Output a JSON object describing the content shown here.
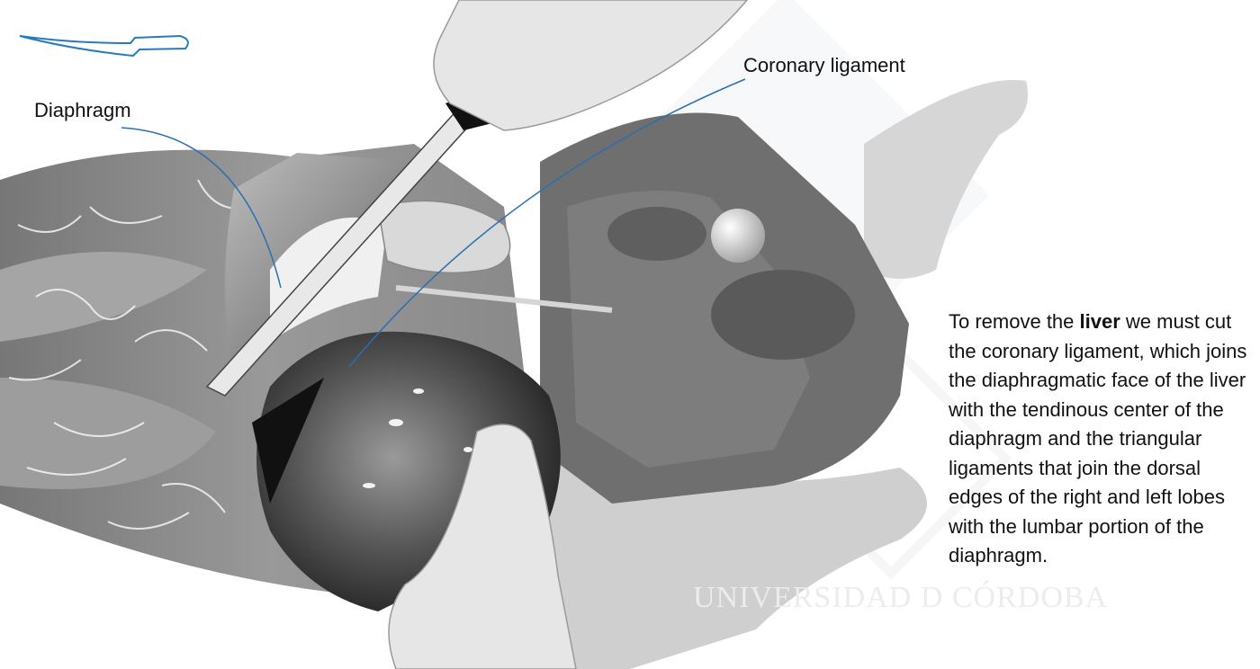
{
  "labels": {
    "diaphragm": "Diaphragm",
    "coronary_ligament": "Coronary ligament"
  },
  "description": {
    "part1": "To remove the ",
    "bold": "liver",
    "part2": " we must cut the coronary ligament, which joins the diaphragmatic face of the liver with the tendinous center of the diaphragm and the triangular ligaments that join the dorsal edges of the right and left lobes with the lumbar portion of the diaphragm."
  },
  "watermark": {
    "text": "UNIVERSIDAD D CÓRDOBA"
  },
  "icons": {
    "knife": "knife-icon"
  },
  "colors": {
    "leader_line": "#2a6fb0",
    "knife_outline": "#2a7ab8",
    "glove": "#e6e6e6",
    "liver_dark": "#3a3a3a",
    "carcass": "#8a8a8a"
  }
}
